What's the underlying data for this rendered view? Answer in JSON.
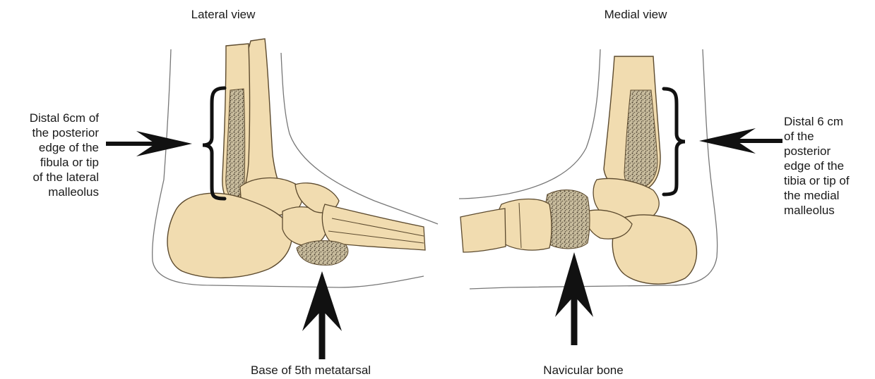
{
  "views": {
    "lateral": {
      "title": "Lateral view",
      "posterior_label": "Distal 6cm of\nthe posterior\nedge of the\nfibula or tip\nof the lateral\nmalleolus",
      "bottom_label": "Base of 5th metatarsal"
    },
    "medial": {
      "title": "Medial view",
      "posterior_label": "Distal 6 cm\nof the\nposterior\nedge of the\ntibia or tip of\nthe medial\nmalleolus",
      "bottom_label": "Navicular bone"
    }
  },
  "colors": {
    "bone_fill": "#f1dcb0",
    "bone_stroke": "#5c4a2e",
    "highlight_fill": "#9a8f7a",
    "skin_outline": "#777777",
    "arrow": "#111111"
  },
  "icons": [
    "arrow-right-icon",
    "arrow-left-icon",
    "arrow-up-icon",
    "brace-icon"
  ]
}
